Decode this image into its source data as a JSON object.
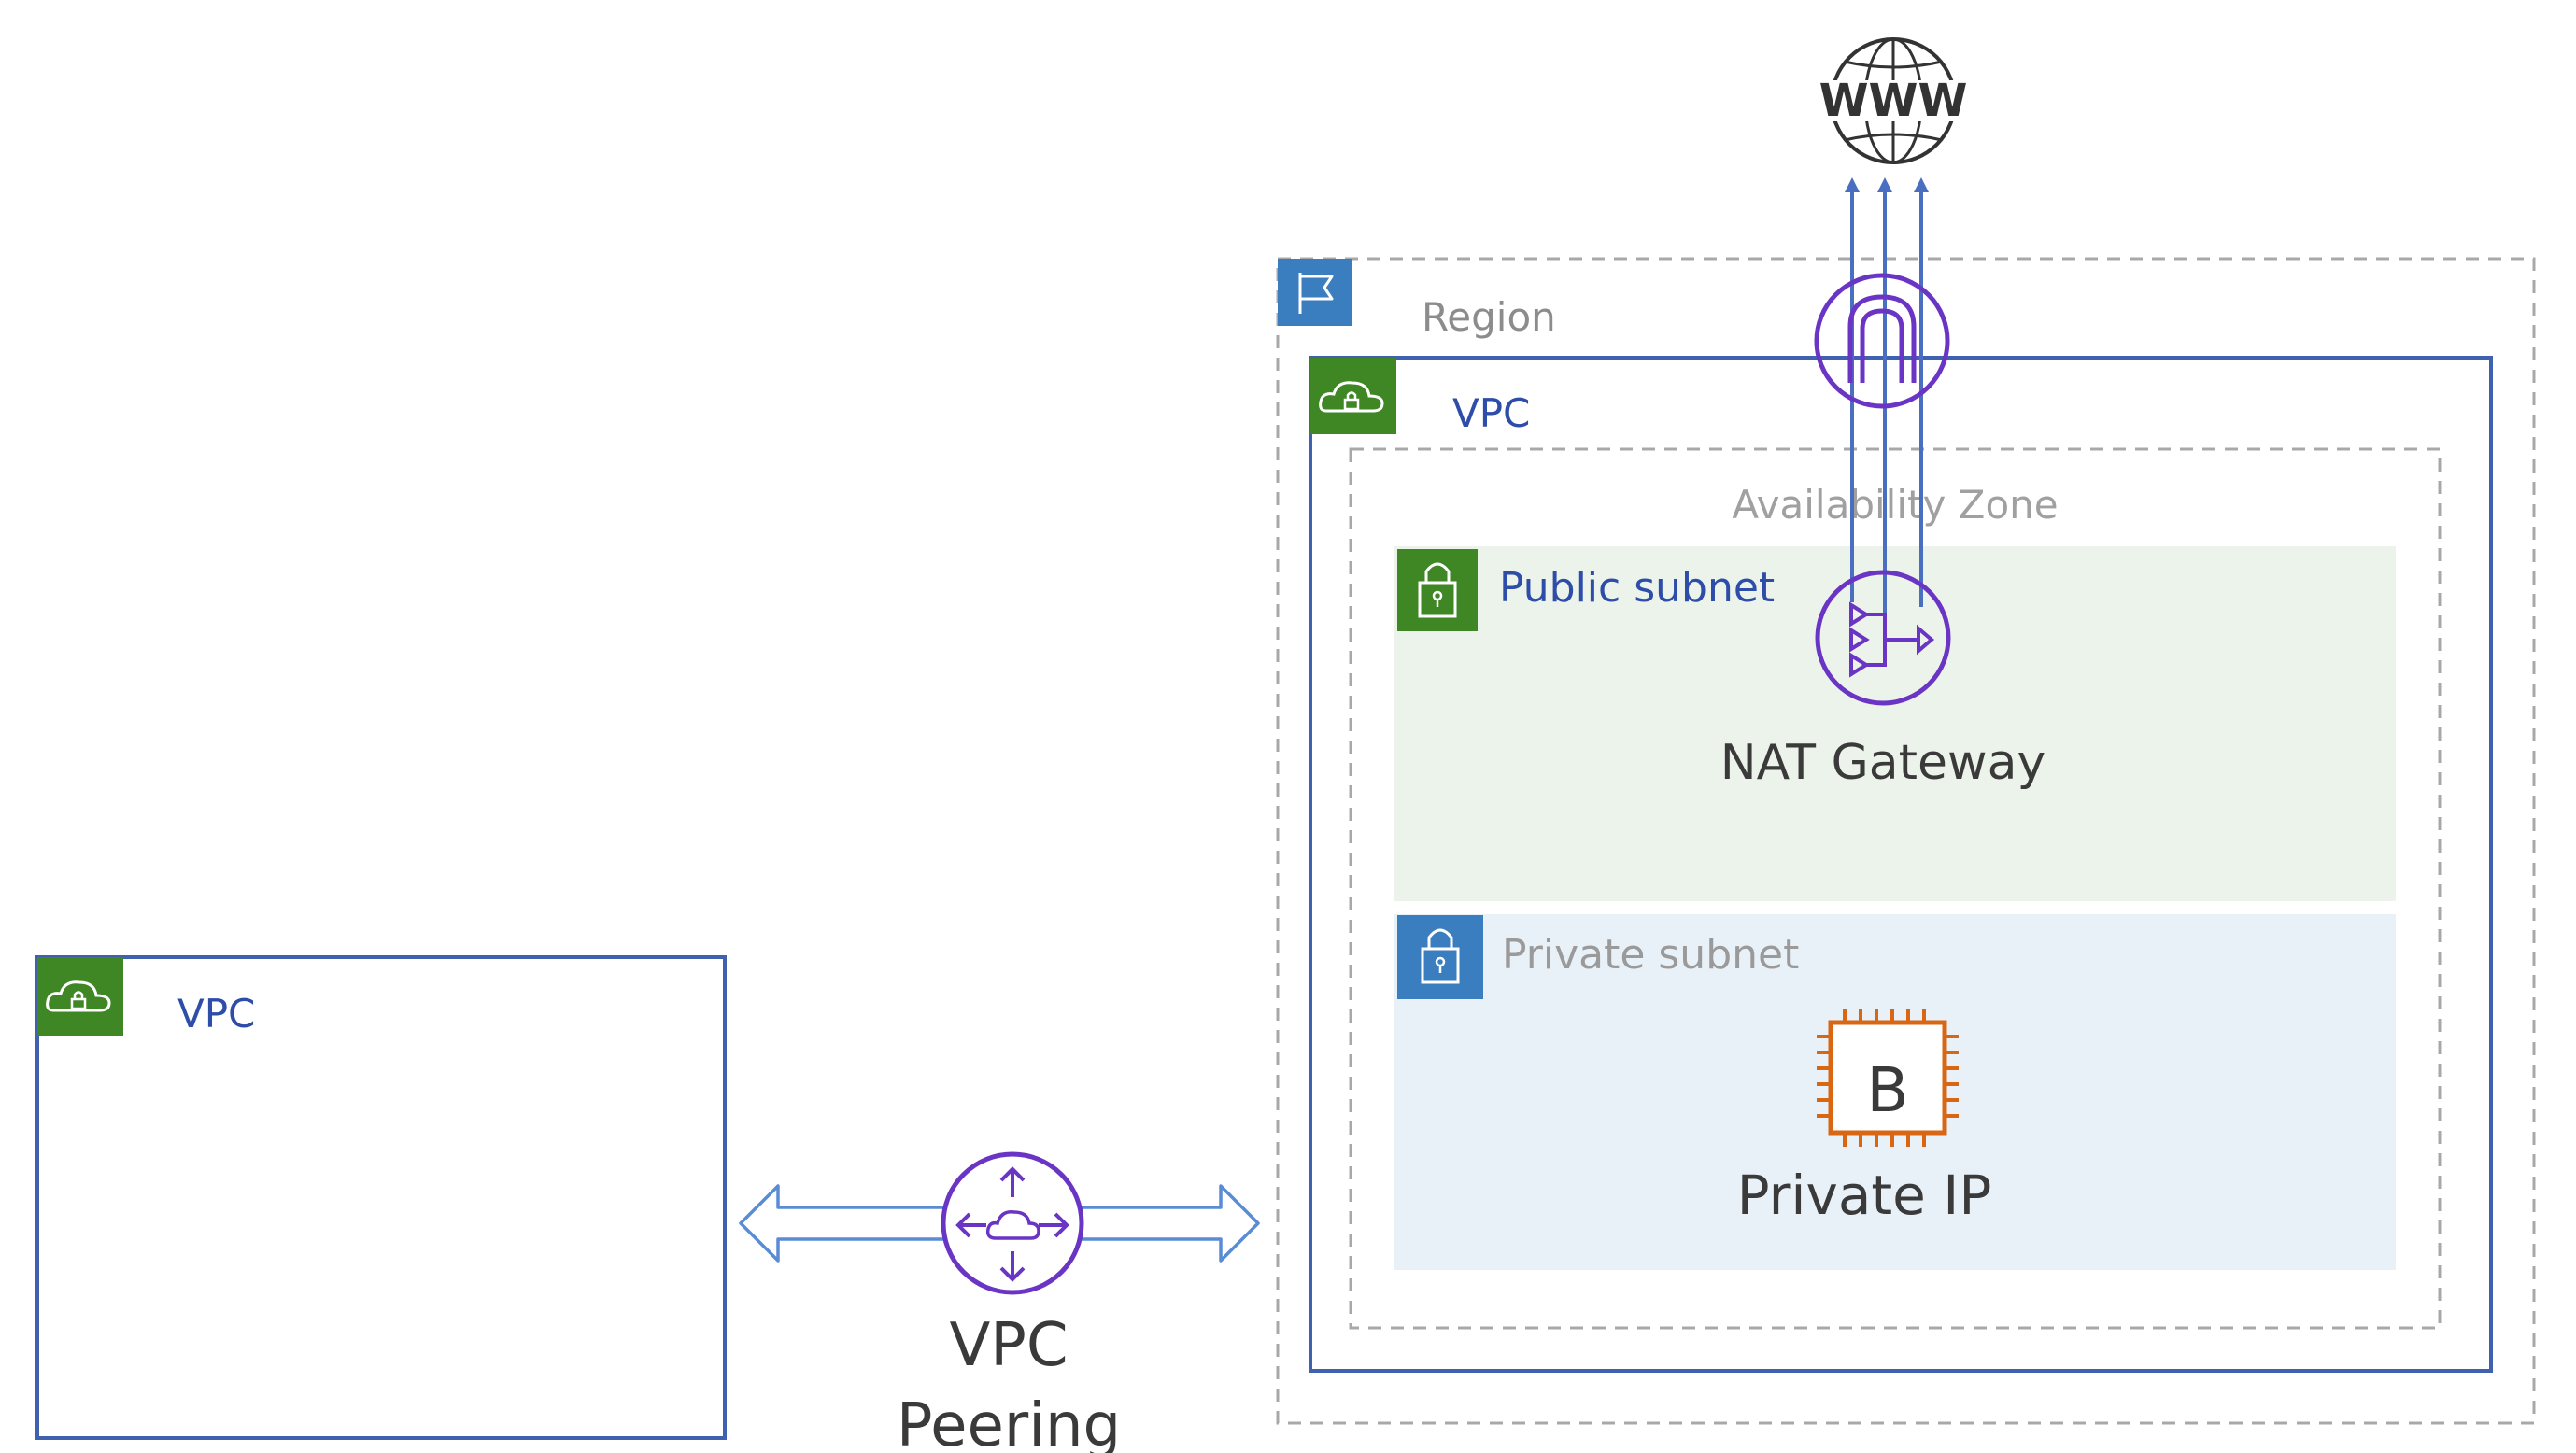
{
  "labels": {
    "internet": "WWW",
    "region": "Region",
    "vpc_main": "VPC",
    "availability_zone": "Availability Zone",
    "public_subnet": "Public subnet",
    "nat_gateway": "NAT Gateway",
    "private_subnet": "Private subnet",
    "instance_letter": "B",
    "private_ip": "Private IP",
    "vpc_peer": "VPC",
    "vpc_peering_line1": "VPC",
    "vpc_peering_line2": "Peering"
  },
  "icons": {
    "internet": "globe-icon",
    "region": "flag-icon",
    "vpc": "cloud-lock-icon",
    "subnet": "padlock-icon",
    "internet_gateway": "internet-gateway-icon",
    "nat_gateway": "nat-gateway-icon",
    "instance": "ec2-chip-icon",
    "peering": "vpc-peering-icon"
  },
  "colors": {
    "vpc_border": "#4060B0",
    "vpc_label": "#2E4DA8",
    "region_border": "#A8A8A8",
    "region_label": "#8C8C8C",
    "green_badge": "#3F8624",
    "blue_badge": "#3B7EBF",
    "public_subnet_fill": "#ECF3EA",
    "private_subnet_fill": "#E9F1F8",
    "purple": "#6A34C4",
    "orange": "#D86613",
    "arrow_blue": "#4A6FC0",
    "peering_arrow": "#5A8CD6",
    "text_dark": "#3A3A3A"
  }
}
